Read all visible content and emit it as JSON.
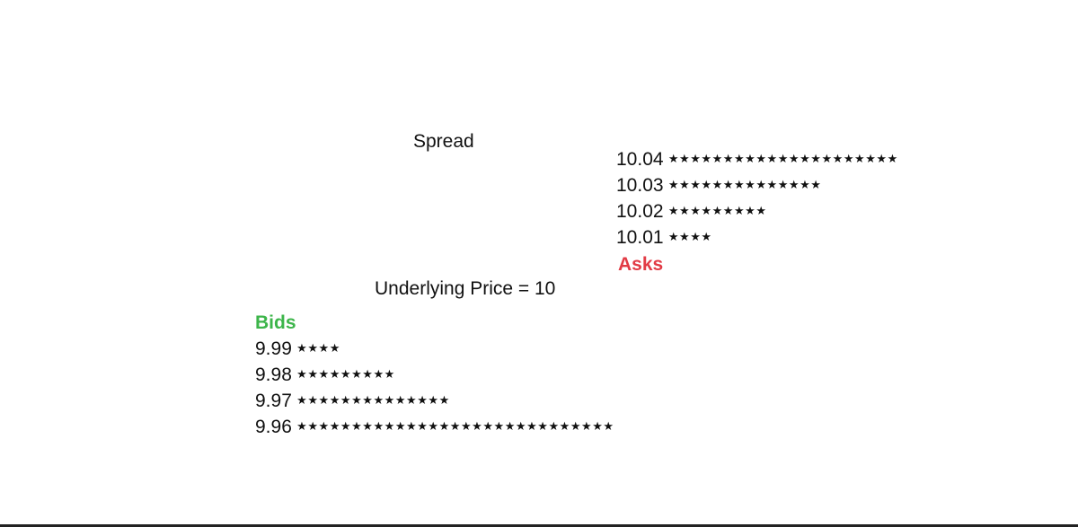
{
  "labels": {
    "spread": "Spread",
    "underlying": "Underlying Price = 10",
    "asks": "Asks",
    "bids": "Bids"
  },
  "colors": {
    "asks": "#e23b45",
    "bids": "#3cb54a",
    "text": "#111111"
  },
  "asks": [
    {
      "price": "10.04",
      "size": 21
    },
    {
      "price": "10.03",
      "size": 14
    },
    {
      "price": "10.02",
      "size": 9
    },
    {
      "price": "10.01",
      "size": 4
    }
  ],
  "bids": [
    {
      "price": "9.99",
      "size": 4
    },
    {
      "price": "9.98",
      "size": 9
    },
    {
      "price": "9.97",
      "size": 14
    },
    {
      "price": "9.96",
      "size": 29
    }
  ],
  "star_icon": "star-icon"
}
